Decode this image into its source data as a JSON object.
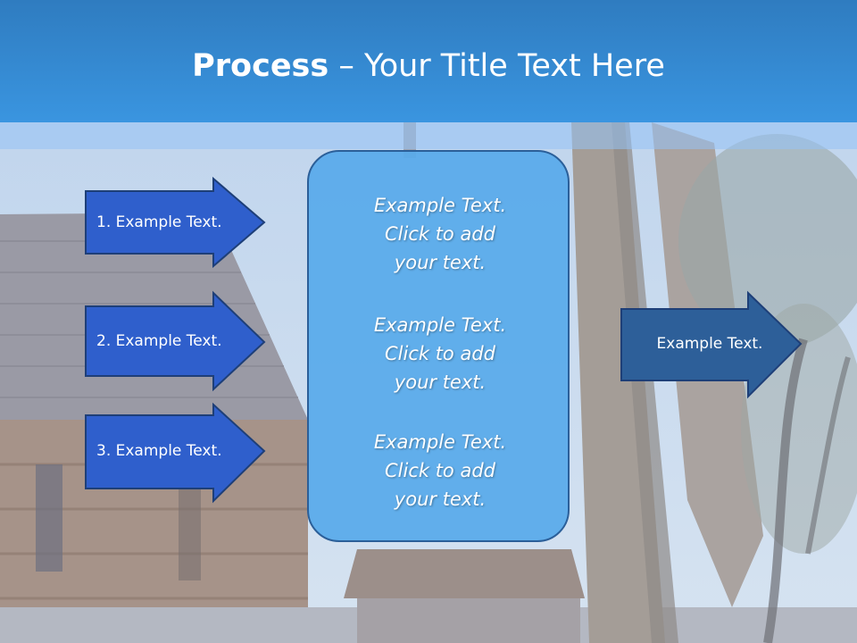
{
  "slide": {
    "title_bold": "Process",
    "title_rest": " – Your Title Text Here"
  },
  "left_steps": [
    {
      "label": "1. Example Text."
    },
    {
      "label": "2. Example Text."
    },
    {
      "label": "3. Example Text."
    }
  ],
  "center_panel": {
    "paragraphs": [
      "Example Text.\nClick  to add\nyour text.",
      "Example Text.\nClick  to add\nyour text.",
      "Example Text.\nClick  to add\nyour text."
    ]
  },
  "result_arrow": {
    "label": "Example Text."
  },
  "colors": {
    "title_bar": "#3a8fd8",
    "step_arrow_fill": "#2f5fcc",
    "result_arrow_fill": "#2d5f99",
    "panel_fill": "#58aaeb",
    "border": "#1e3f78"
  }
}
